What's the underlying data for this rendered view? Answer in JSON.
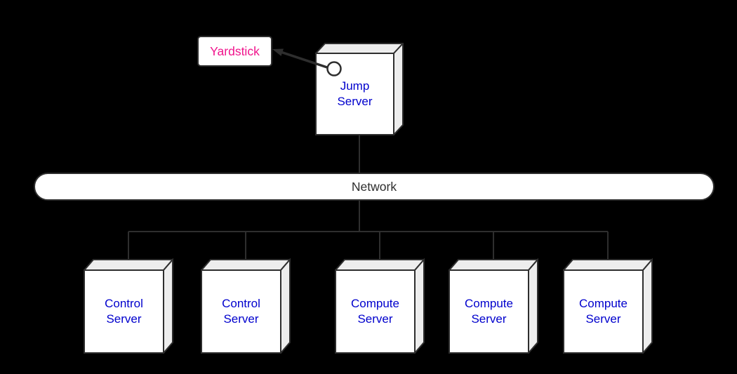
{
  "colors": {
    "background": "#000000",
    "line_and_border": "#2e2e2e",
    "box_front_fill": "#ffffff",
    "box_side_fill": "#ededed",
    "server_label_text": "#0000cd",
    "yardstick_text": "#f0148c",
    "network_text": "#2e2e2e"
  },
  "yardstick": {
    "label": "Yardstick"
  },
  "jump_server": {
    "line1": "Jump",
    "line2": "Server"
  },
  "network": {
    "label": "Network"
  },
  "servers": [
    {
      "line1": "Control",
      "line2": "Server"
    },
    {
      "line1": "Control",
      "line2": "Server"
    },
    {
      "line1": "Compute",
      "line2": "Server"
    },
    {
      "line1": "Compute",
      "line2": "Server"
    },
    {
      "line1": "Compute",
      "line2": "Server"
    }
  ]
}
